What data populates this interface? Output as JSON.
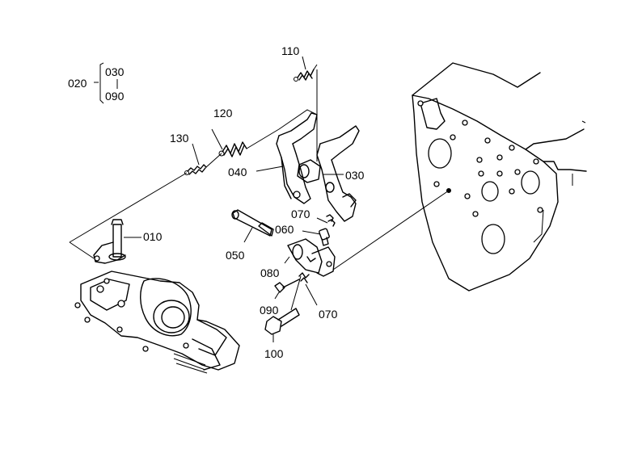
{
  "labels": {
    "p010": "010",
    "p020": "020",
    "p030_legend": "030",
    "p090_legend": "090",
    "p030": "030",
    "p040": "040",
    "p050": "050",
    "p060": "060",
    "p070_upper": "070",
    "p070_lower": "070",
    "p080": "080",
    "p090": "090",
    "p100": "100",
    "p110": "110",
    "p120": "120",
    "p130": "130"
  }
}
